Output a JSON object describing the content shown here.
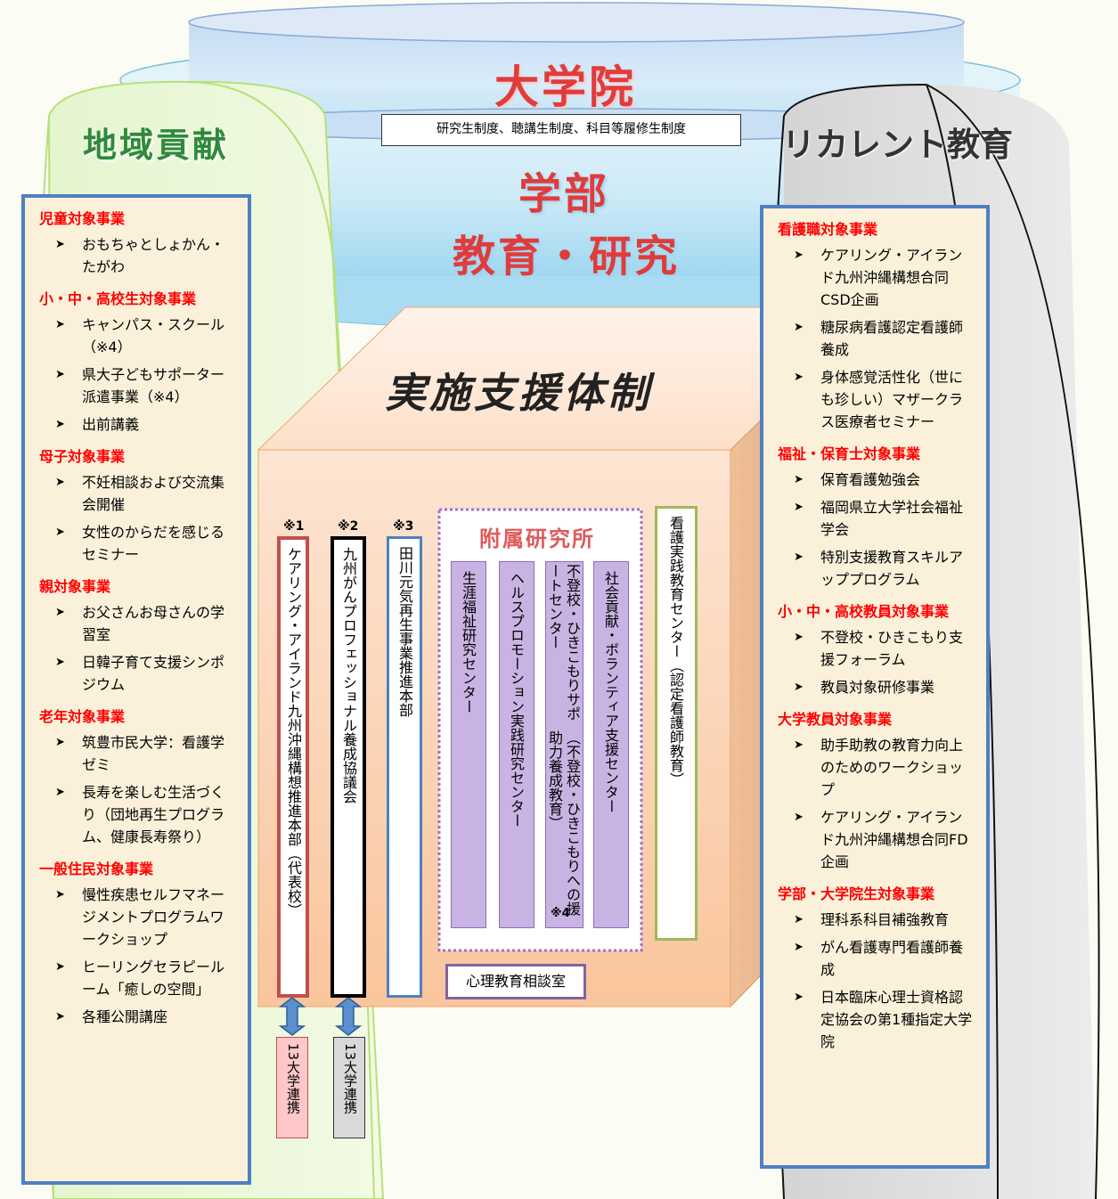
{
  "grad": {
    "title": "大学院",
    "subtitle": "研究生制度、聴講生制度、科目等履修生制度"
  },
  "faculty": {
    "line1": "学部",
    "line2": "教育・研究"
  },
  "left_title": "地域貢献",
  "right_title": "リカレント教育",
  "support_title": "実施支援体制",
  "left_panel": [
    {
      "category": "児童対象事業",
      "items": [
        "おもちゃとしょかん・たがわ"
      ]
    },
    {
      "category": "小・中・高校生対象事業",
      "items": [
        "キャンパス・スクール（※4）",
        "県大子どもサポーター派遣事業（※4）",
        "出前講義"
      ]
    },
    {
      "category": "母子対象事業",
      "items": [
        "不妊相談および交流集会開催",
        "女性のからだを感じるセミナー"
      ]
    },
    {
      "category": "親対象事業",
      "items": [
        "お父さんお母さんの学習室",
        "日韓子育て支援シンポジウム"
      ]
    },
    {
      "category": "老年対象事業",
      "items": [
        "筑豊市民大学：看護学ゼミ",
        "長寿を楽しむ生活づくり（団地再生プログラム、健康長寿祭り）"
      ]
    },
    {
      "category": "一般住民対象事業",
      "items": [
        "慢性疾患セルフマネージメントプログラムワークショップ",
        "ヒーリングセラピールーム「癒しの空間」",
        "各種公開講座"
      ]
    }
  ],
  "right_panel": [
    {
      "category": "看護職対象事業",
      "items": [
        "ケアリング・アイランド九州沖縄構想合同CSD企画",
        "糖尿病看護認定看護師養成",
        "身体感覚活性化（世にも珍しい）マザークラス医療者セミナー"
      ]
    },
    {
      "category": "福祉・保育士対象事業",
      "items": [
        "保育看護勉強会",
        "福岡県立大学社会福祉学会",
        "特別支援教育スキルアッププログラム"
      ]
    },
    {
      "category": "小・中・高校教員対象事業",
      "items": [
        "不登校・ひきこもり支援フォーラム",
        "教員対象研修事業"
      ]
    },
    {
      "category": "大学教員対象事業",
      "items": [
        "助手助教の教育力向上のためのワークショップ",
        "ケアリング・アイランド九州沖縄構想合同FD企画"
      ]
    },
    {
      "category": "学部・大学院生対象事業",
      "items": [
        "理科系科目補強教育",
        "がん看護専門看護師養成",
        "日本臨床心理士資格認定協会の第1種指定大学院"
      ]
    }
  ],
  "orgs": {
    "mark1": "※1",
    "mark2": "※2",
    "mark3": "※3",
    "mark4": "※4",
    "org1": "ケアリング・アイランド九州沖縄構想推進本部（代表校）",
    "org2": "九州がんプロフェッショナル養成協議会",
    "org3": "田川元気再生事業推進本部",
    "institutes_title": "附属研究所",
    "inst1": "生涯福祉研究センター",
    "inst2": "ヘルスプロモーション実践研究センター",
    "inst3_a": "不登校・ひきこもりサポートセンター",
    "inst3_b": "（不登校・ひきこもりへの援助力養成教育）",
    "inst4": "社会貢献・ボランティア支援センター",
    "nursing_center": "看護実践教育センター（認定看護師教育）",
    "counseling": "心理教育相談室",
    "link1": "13大学連携",
    "link2": "13大学連携"
  },
  "colors": {
    "title_red": "#e03c3c",
    "left_title_green": "#2f8a3a",
    "panel_border": "#4f7fc2",
    "category_red": "#ff0000"
  }
}
